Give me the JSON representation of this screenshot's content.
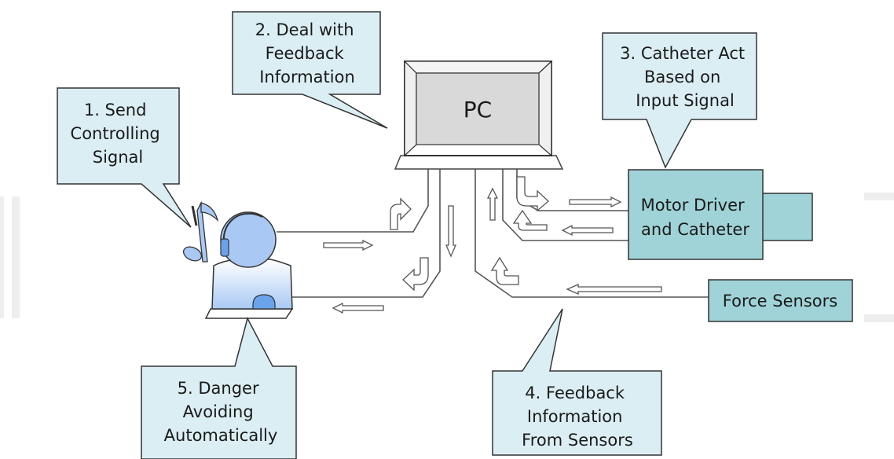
{
  "colors": {
    "callout_fill": "#dbeef3",
    "box_fill": "#9fd3d7",
    "operator_fill": "#a9c9f4",
    "operator_accent": "#6aa3ea",
    "screen_fill": "#d9d9d9",
    "line": "#555555"
  },
  "callouts": {
    "send_signal": [
      "1. Send",
      "Controlling",
      "Signal"
    ],
    "feedback_processing": [
      "2. Deal with",
      "Feedback",
      "Information"
    ],
    "catheter_act": [
      "3. Catheter Act",
      "Based on",
      "Input Signal"
    ],
    "sensor_feedback": [
      "4. Feedback",
      "Information",
      "From Sensors"
    ],
    "danger_avoid": [
      "5. Danger",
      "Avoiding",
      "Automatically"
    ]
  },
  "pc_label": "PC",
  "motor_driver": [
    "Motor Driver",
    "and Catheter"
  ],
  "force_sensors": "Force Sensors",
  "icons": {
    "operator": "operator-headset-icon",
    "music_note": "music-note-icon",
    "pc": "computer-monitor-icon"
  }
}
